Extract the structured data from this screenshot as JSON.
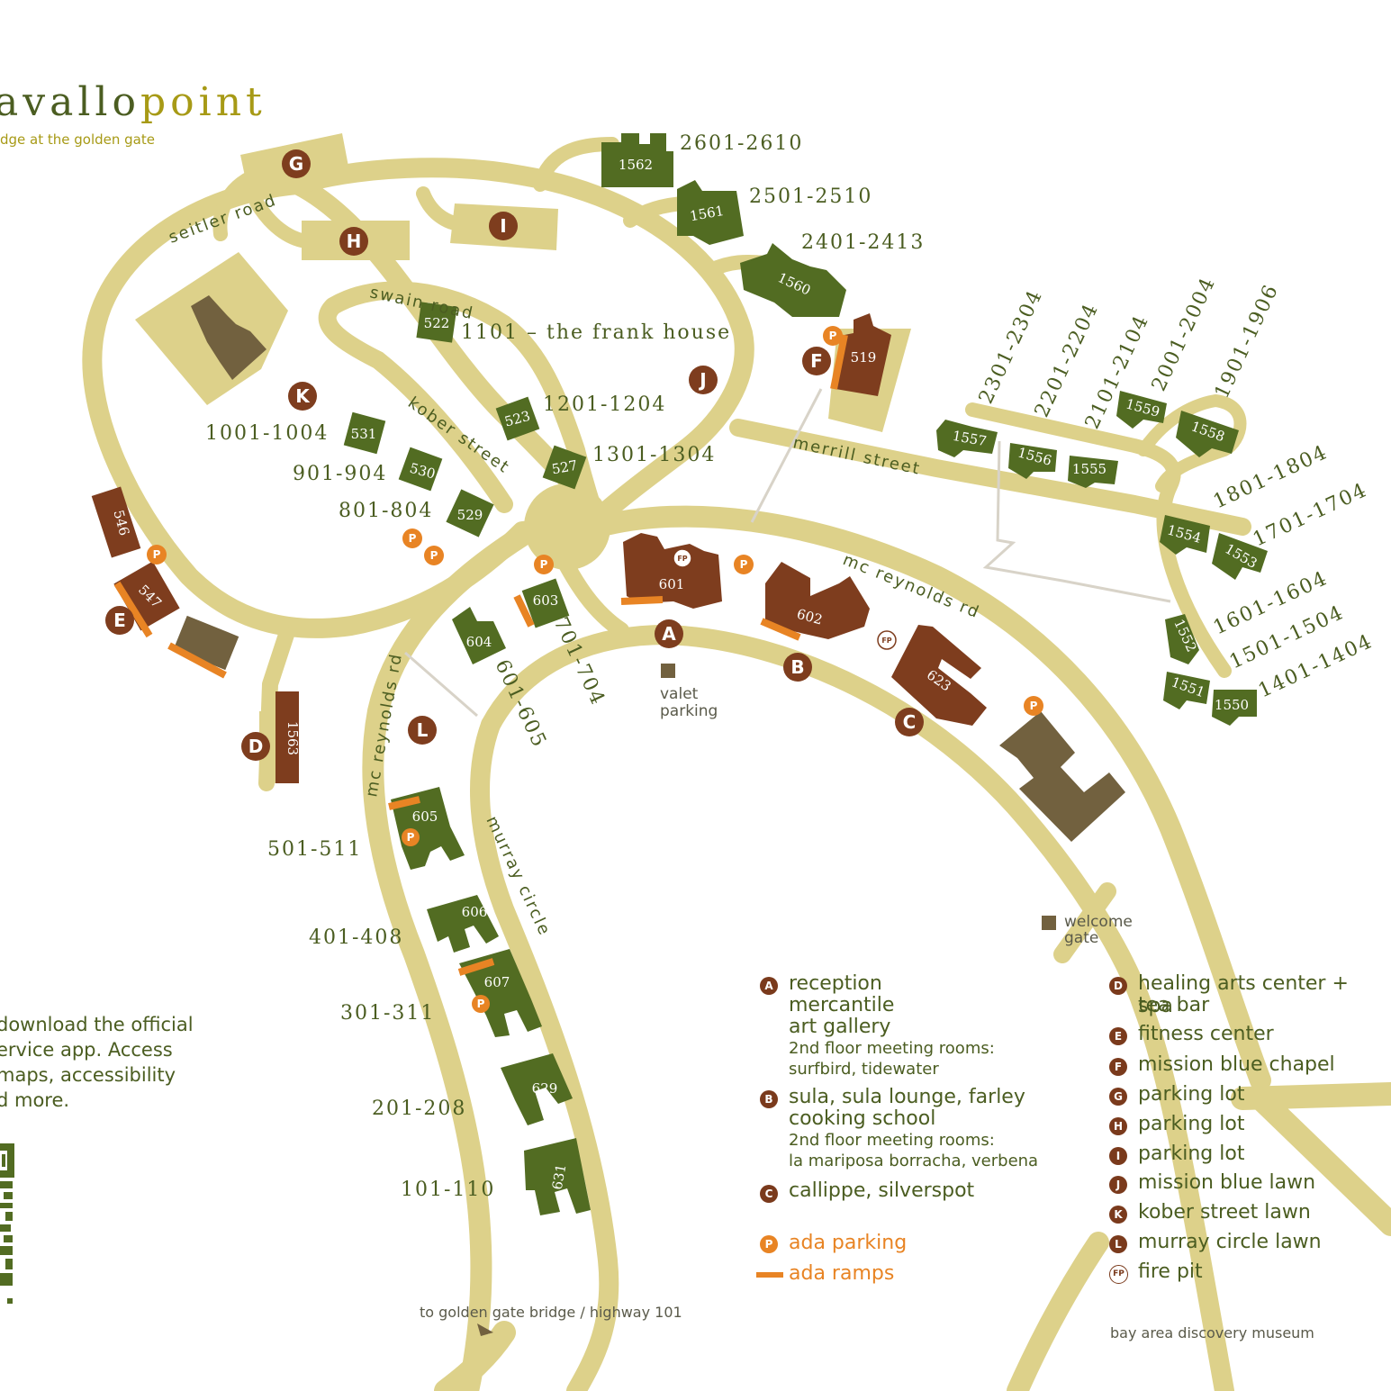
{
  "brand": {
    "name_part1": "avallo",
    "name_part2": "point",
    "tagline": "dge at the golden gate"
  },
  "app_promo": [
    "download the official",
    "ervice app. Access",
    "maps, accessibility",
    "d more."
  ],
  "roads": {
    "seitler": "seitler road",
    "swain": "swain road",
    "kober": "kober street",
    "merrill": "merrill street",
    "mcreynolds_rd": "mc reynolds rd",
    "mcreynolds_rd_west": "mc reynolds rd",
    "murray": "murray circle"
  },
  "room_ranges": {
    "r2601": "2601-2610",
    "r2501": "2501-2510",
    "r2401": "2401-2413",
    "r1101": "1101 –   the frank house",
    "r1201": "1201-1204",
    "r1301": "1301-1304",
    "r1001": "1001-1004",
    "r901": "901-904",
    "r801": "801-804",
    "r2301": "2301-2304",
    "r2201": "2201-2204",
    "r2101": "2101-2104",
    "r2001": "2001-2004",
    "r1901": "1901-1906",
    "r1801": "1801-1804",
    "r1701": "1701-1704",
    "r1601": "1601-1604",
    "r1501": "1501-1504",
    "r1401": "1401-1404",
    "r701": "701-704",
    "r601": "601-605",
    "r501": "501-511",
    "r401": "401-408",
    "r301": "301-311",
    "r201": "201-208",
    "r101": "101-110"
  },
  "buildings": {
    "b1562": "1562",
    "b1561": "1561",
    "b1560": "1560",
    "b522": "522",
    "b519": "519",
    "b523": "523",
    "b527": "527",
    "b531": "531",
    "b530": "530",
    "b529": "529",
    "b546": "546",
    "b547": "547",
    "b1563": "1563",
    "b603": "603",
    "b604": "604",
    "b601": "601",
    "b602": "602",
    "b623": "623",
    "b605": "605",
    "b606": "606",
    "b607": "607",
    "b629": "629",
    "b631": "631",
    "b1557": "1557",
    "b1556": "1556",
    "b1555": "1555",
    "b1559": "1559",
    "b1558": "1558",
    "b1554": "1554",
    "b1553": "1553",
    "b1552": "1552",
    "b1551": "1551",
    "b1550": "1550"
  },
  "markers": {
    "A": "A",
    "B": "B",
    "C": "C",
    "D": "D",
    "E": "E",
    "F": "F",
    "G": "G",
    "H": "H",
    "I": "I",
    "J": "J",
    "K": "K",
    "L": "L",
    "P": "P",
    "FP": "FP"
  },
  "annotations": {
    "valet1": "valet",
    "valet2": "parking",
    "welcome1": "welcome",
    "welcome2": "gate",
    "to_bridge": "to golden gate bridge / highway 101",
    "discovery": "bay area discovery museum"
  },
  "legend": {
    "A": {
      "badge": "A",
      "lines": [
        "reception",
        "mercantile",
        "art gallery"
      ],
      "small": [
        "2nd floor meeting rooms:",
        "surfbird, tidewater"
      ]
    },
    "B": {
      "badge": "B",
      "lines": [
        "sula, sula lounge, farley",
        "cooking school"
      ],
      "small": [
        "2nd floor meeting rooms:",
        "la mariposa borracha, verbena"
      ]
    },
    "C": {
      "badge": "C",
      "lines": [
        "callippe, silverspot"
      ]
    },
    "P": {
      "badge": "P",
      "label": "ada parking"
    },
    "ramp": {
      "label": "ada ramps"
    },
    "D": {
      "badge": "D",
      "lines": [
        "healing arts center + spa",
        "tea bar"
      ]
    },
    "E": {
      "badge": "E",
      "label": "fitness center"
    },
    "F": {
      "badge": "F",
      "label": "mission blue chapel"
    },
    "G": {
      "badge": "G",
      "label": "parking lot"
    },
    "H": {
      "badge": "H",
      "label": "parking lot"
    },
    "I": {
      "badge": "I",
      "label": "parking lot"
    },
    "J": {
      "badge": "J",
      "label": "mission blue lawn"
    },
    "K": {
      "badge": "K",
      "label": "kober street lawn"
    },
    "L": {
      "badge": "L",
      "label": "murray circle lawn"
    },
    "FP": {
      "badge": "FP",
      "label": "fire pit"
    }
  },
  "colors": {
    "road": "#ddd18a",
    "green": "#526c22",
    "brown": "#7e3d1e",
    "gray": "#72613f",
    "orange": "#e88424",
    "text": "#4b5d21"
  }
}
